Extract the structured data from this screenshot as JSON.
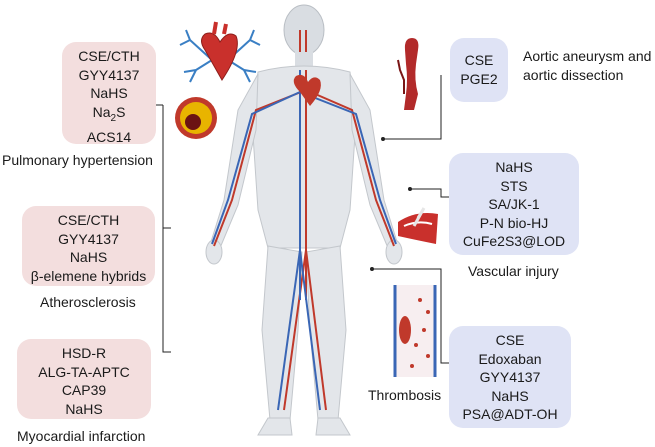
{
  "diseases": {
    "pulmonary": {
      "label": "Pulmonary hypertension",
      "items": [
        "CSE/CTH",
        "GYY4137",
        "NaHS",
        "Na2S",
        "ACS14"
      ],
      "colors": {
        "box": "#f3dede"
      }
    },
    "atherosclerosis": {
      "label": "Atherosclerosis",
      "items": [
        "CSE/CTH",
        "GYY4137",
        "NaHS",
        "β-elemene hybrids"
      ]
    },
    "myocardial": {
      "label": "Myocardial infarction",
      "items": [
        "HSD-R",
        "ALG-TA-APTC",
        "CAP39",
        "NaHS"
      ]
    },
    "aortic": {
      "label_line1": "Aortic aneurysm and",
      "label_line2": "aortic dissection",
      "items": [
        "CSE",
        "PGE2"
      ],
      "colors": {
        "box": "#dfe3f5"
      }
    },
    "vascular": {
      "label": "Vascular injury",
      "items": [
        "NaHS",
        "STS",
        "SA/JK-1",
        "P-N bio-HJ",
        "CuFe2S3@LOD"
      ]
    },
    "thrombosis": {
      "label": "Thrombosis",
      "items": [
        "CSE",
        "Edoxaban",
        "GYY4137",
        "NaHS",
        "PSA@ADT-OH"
      ]
    }
  },
  "icons": [
    "human-body-icon",
    "heart-lungs-icon",
    "artery-plaque-icon",
    "aorta-icon",
    "injured-vessel-icon",
    "thrombus-vessel-icon"
  ]
}
